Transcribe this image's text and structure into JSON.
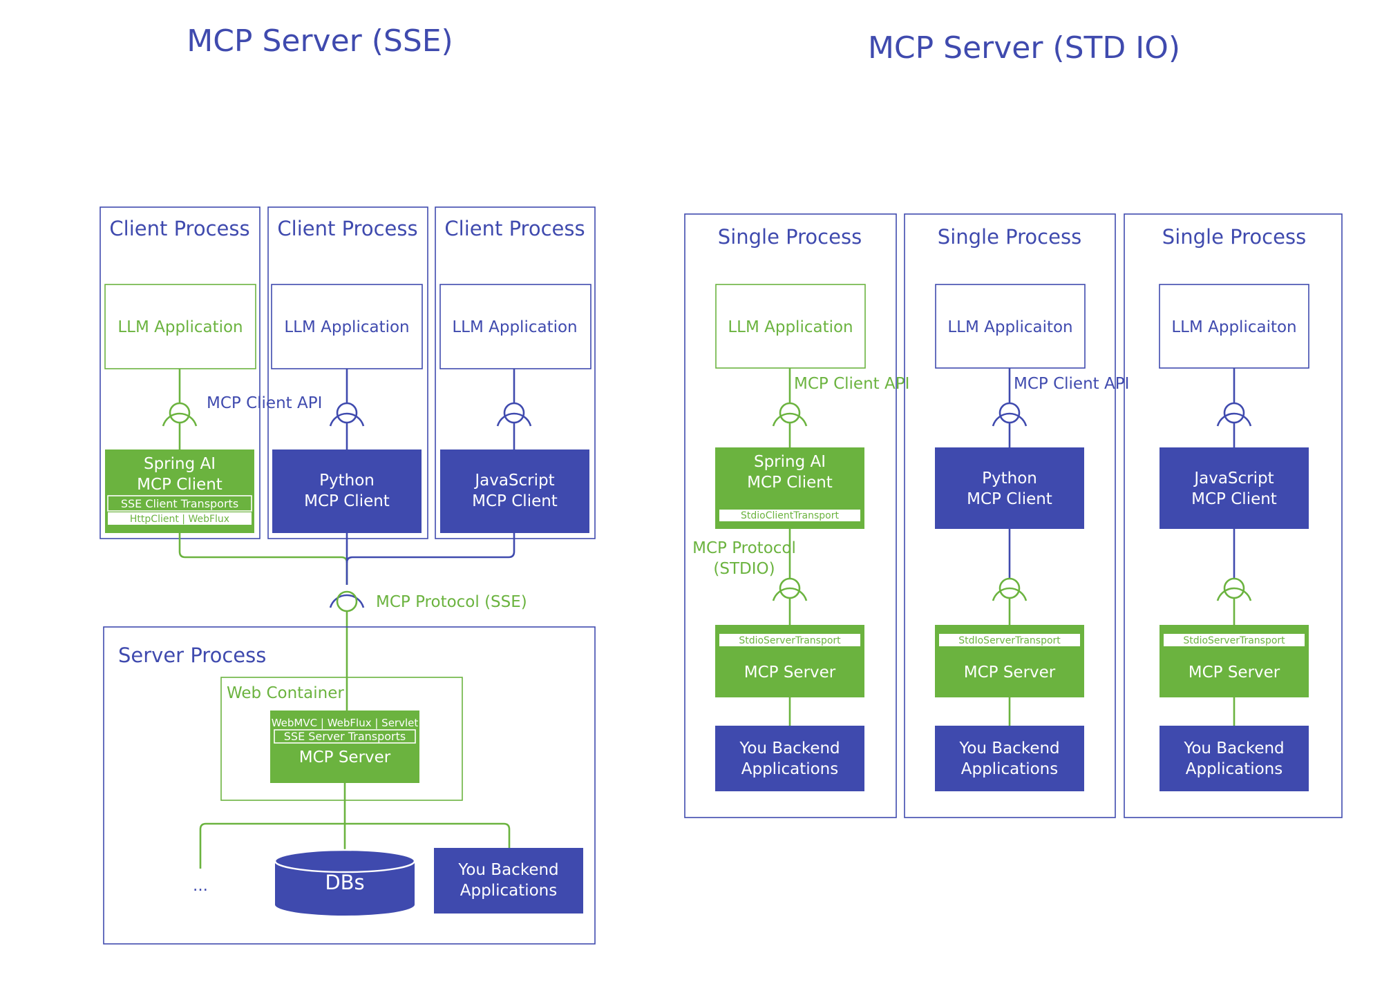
{
  "colors": {
    "blue": "#3f4aae",
    "green": "#6bb33f",
    "white": "#ffffff"
  },
  "left": {
    "title": "MCP Server (SSE)",
    "clients": [
      {
        "process_label": "Client Process",
        "app_label": "LLM Application",
        "client_line1": "Spring AI",
        "client_line2": "MCP Client",
        "transport1": "SSE Client Transports",
        "transport2": "HttpClient | WebFlux"
      },
      {
        "process_label": "Client Process",
        "app_label": "LLM Application",
        "client_line1": "Python",
        "client_line2": "MCP Client"
      },
      {
        "process_label": "Client Process",
        "app_label": "LLM Application",
        "client_line1": "JavaScript",
        "client_line2": "MCP Client"
      }
    ],
    "client_api_label": "MCP Client API",
    "protocol_label": "MCP Protocol (SSE)",
    "server_process_label": "Server Process",
    "web_container_label": "Web Container",
    "server_strip1": "WebMVC | WebFlux | Servlet",
    "server_strip2": "SSE Server Transports",
    "server_label": "MCP Server",
    "ellipsis": "...",
    "db_label": "DBs",
    "backend_line1": "You Backend",
    "backend_line2": "Applications"
  },
  "right": {
    "title": "MCP Server (STD IO)",
    "processes": [
      {
        "process_label": "Single Process",
        "app_label": "LLM Application",
        "api_label": "MCP Client API",
        "client_line1": "Spring AI",
        "client_line2": "MCP Client",
        "client_transport": "StdioClientTransport",
        "protocol_line1": "MCP Protocol",
        "protocol_line2": "(STDIO)",
        "server_transport": "StdioServerTransport",
        "server_label": "MCP Server",
        "backend_line1": "You Backend",
        "backend_line2": "Applications"
      },
      {
        "process_label": "Single Process",
        "app_label": "LLM Applicaiton",
        "api_label": "MCP Client API",
        "client_line1": "Python",
        "client_line2": "MCP Client",
        "server_transport": "StdIoServerTransport",
        "server_label": "MCP Server",
        "backend_line1": "You Backend",
        "backend_line2": "Applications"
      },
      {
        "process_label": "Single Process",
        "app_label": "LLM Applicaiton",
        "client_line1": "JavaScript",
        "client_line2": "MCP Client",
        "server_transport": "StdioServerTransport",
        "server_label": "MCP Server",
        "backend_line1": "You Backend",
        "backend_line2": "Applications"
      }
    ]
  }
}
